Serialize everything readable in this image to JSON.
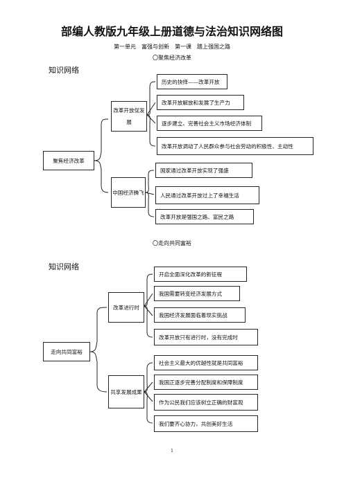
{
  "title": "部编人教版九年级上册道德与法治知识网络图",
  "subtitle": "第一单元　富强与创新　第一课　踏上强国之路",
  "sections": [
    {
      "note": "〇聚焦经济改革",
      "heading": "知识网络",
      "root": "聚焦经济改革",
      "branches": [
        {
          "label": "改革开放促发展",
          "items": [
            "历史的抉择——改革开放",
            "改革开放解放和发展了生产力",
            "逐步建立、完善社会主义市场经济体制",
            "改革开放调动了人民群众参与社会劳动的积极性、主动性"
          ]
        },
        {
          "label": "中国经济腾飞",
          "items": [
            "国家通过改革开放实现了强盛",
            "人民通过改革开放过上了幸福生活",
            "改革开放是强国之路、富民之路"
          ]
        }
      ]
    },
    {
      "note": "〇走向共同富裕",
      "heading": "知识网络",
      "root": "走向共同富裕",
      "branches": [
        {
          "label": "改革进行时",
          "items": [
            "开启全面深化改革的新征程",
            "我国需要转变经济发展方式",
            "我国经济发展面临着现实挑战",
            "改革开放只有进行时，没有完成时"
          ]
        },
        {
          "label": "共享发展成果",
          "items": [
            "社会主义最大的优越性就是共同富裕",
            "我国正逐步完善分配制度和保障制度",
            "作为公民我们应该树立正确的财富观",
            "我们要齐心协力，共创美好生活"
          ]
        }
      ]
    }
  ],
  "page_number": "1"
}
